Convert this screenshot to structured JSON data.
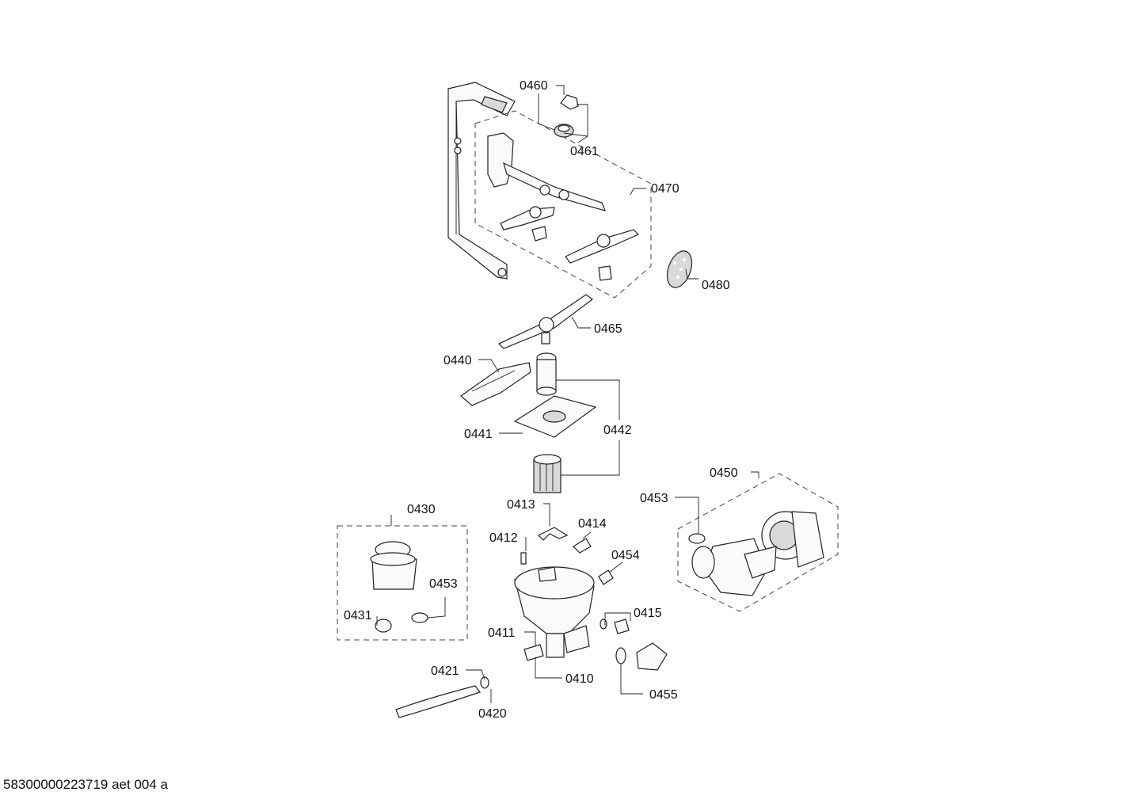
{
  "callouts": {
    "c0460": "0460",
    "c0461": "0461",
    "c0470": "0470",
    "c0480": "0480",
    "c0465": "0465",
    "c0440": "0440",
    "c0441": "0441",
    "c0442": "0442",
    "c0450": "0450",
    "c0453a": "0453",
    "c0430": "0430",
    "c0413": "0413",
    "c0414": "0414",
    "c0412": "0412",
    "c0454": "0454",
    "c0453b": "0453",
    "c0431": "0431",
    "c0415": "0415",
    "c0411": "0411",
    "c0421": "0421",
    "c0410": "0410",
    "c0455": "0455",
    "c0420": "0420"
  },
  "footer": "58300000223719 aet 004 a"
}
